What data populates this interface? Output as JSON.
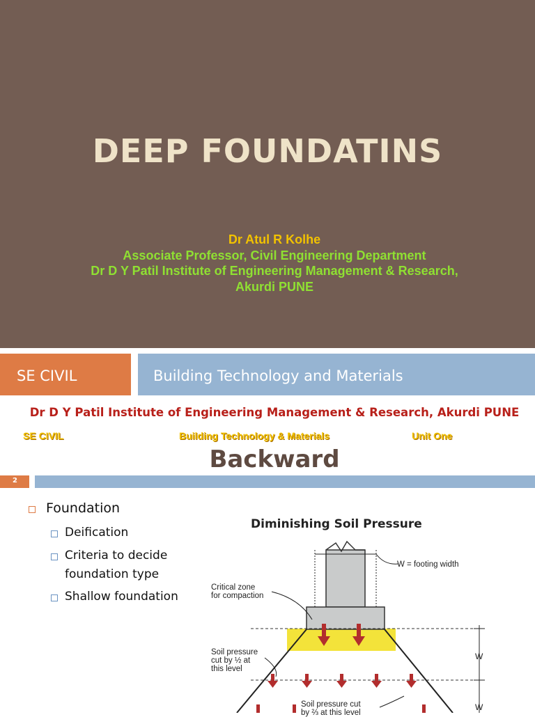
{
  "slide1": {
    "title": "DEEP FOUNDATINS",
    "author": "Dr Atul R Kolhe",
    "affiliation_line1": "Associate Professor, Civil Engineering Department",
    "affiliation_line2": "Dr D Y Patil Institute of Engineering Management & Research,",
    "affiliation_line3": "Akurdi PUNE",
    "band_left": "SE CIVIL",
    "band_right": "Building Technology and Materials"
  },
  "slide2": {
    "institute_header": "Dr D Y Patil Institute of Engineering Management & Research, Akurdi PUNE",
    "subheader_course": "SE CIVIL",
    "subheader_subject": "Building Technology & Materials",
    "subheader_unit": "Unit One",
    "heading": "Backward",
    "slide_number": "2",
    "bullets": {
      "level1": "Foundation",
      "sub1": "Deification",
      "sub2_line1": "Criteria to decide",
      "sub2_line2": "foundation type",
      "sub3": "Shallow foundation"
    },
    "diagram": {
      "title": "Diminishing Soil Pressure",
      "label_width": "W = footing width",
      "label_critical_1": "Critical zone",
      "label_critical_2": "for compaction",
      "label_soil1_1": "Soil pressure",
      "label_soil1_2": "cut by ½ at",
      "label_soil1_3": "this level",
      "label_soil2_1": "Soil pressure cut",
      "label_soil2_2": "by ⅔ at this level",
      "dim_w1": "W",
      "dim_w2": "W"
    }
  },
  "colors": {
    "title_bg": "#735d53",
    "title_text": "#efe3c8",
    "author": "#f2c200",
    "affiliation": "#8fe032",
    "accent_orange": "#de7b45",
    "accent_blue": "#96b4d2",
    "institute_red": "#b8201a"
  }
}
